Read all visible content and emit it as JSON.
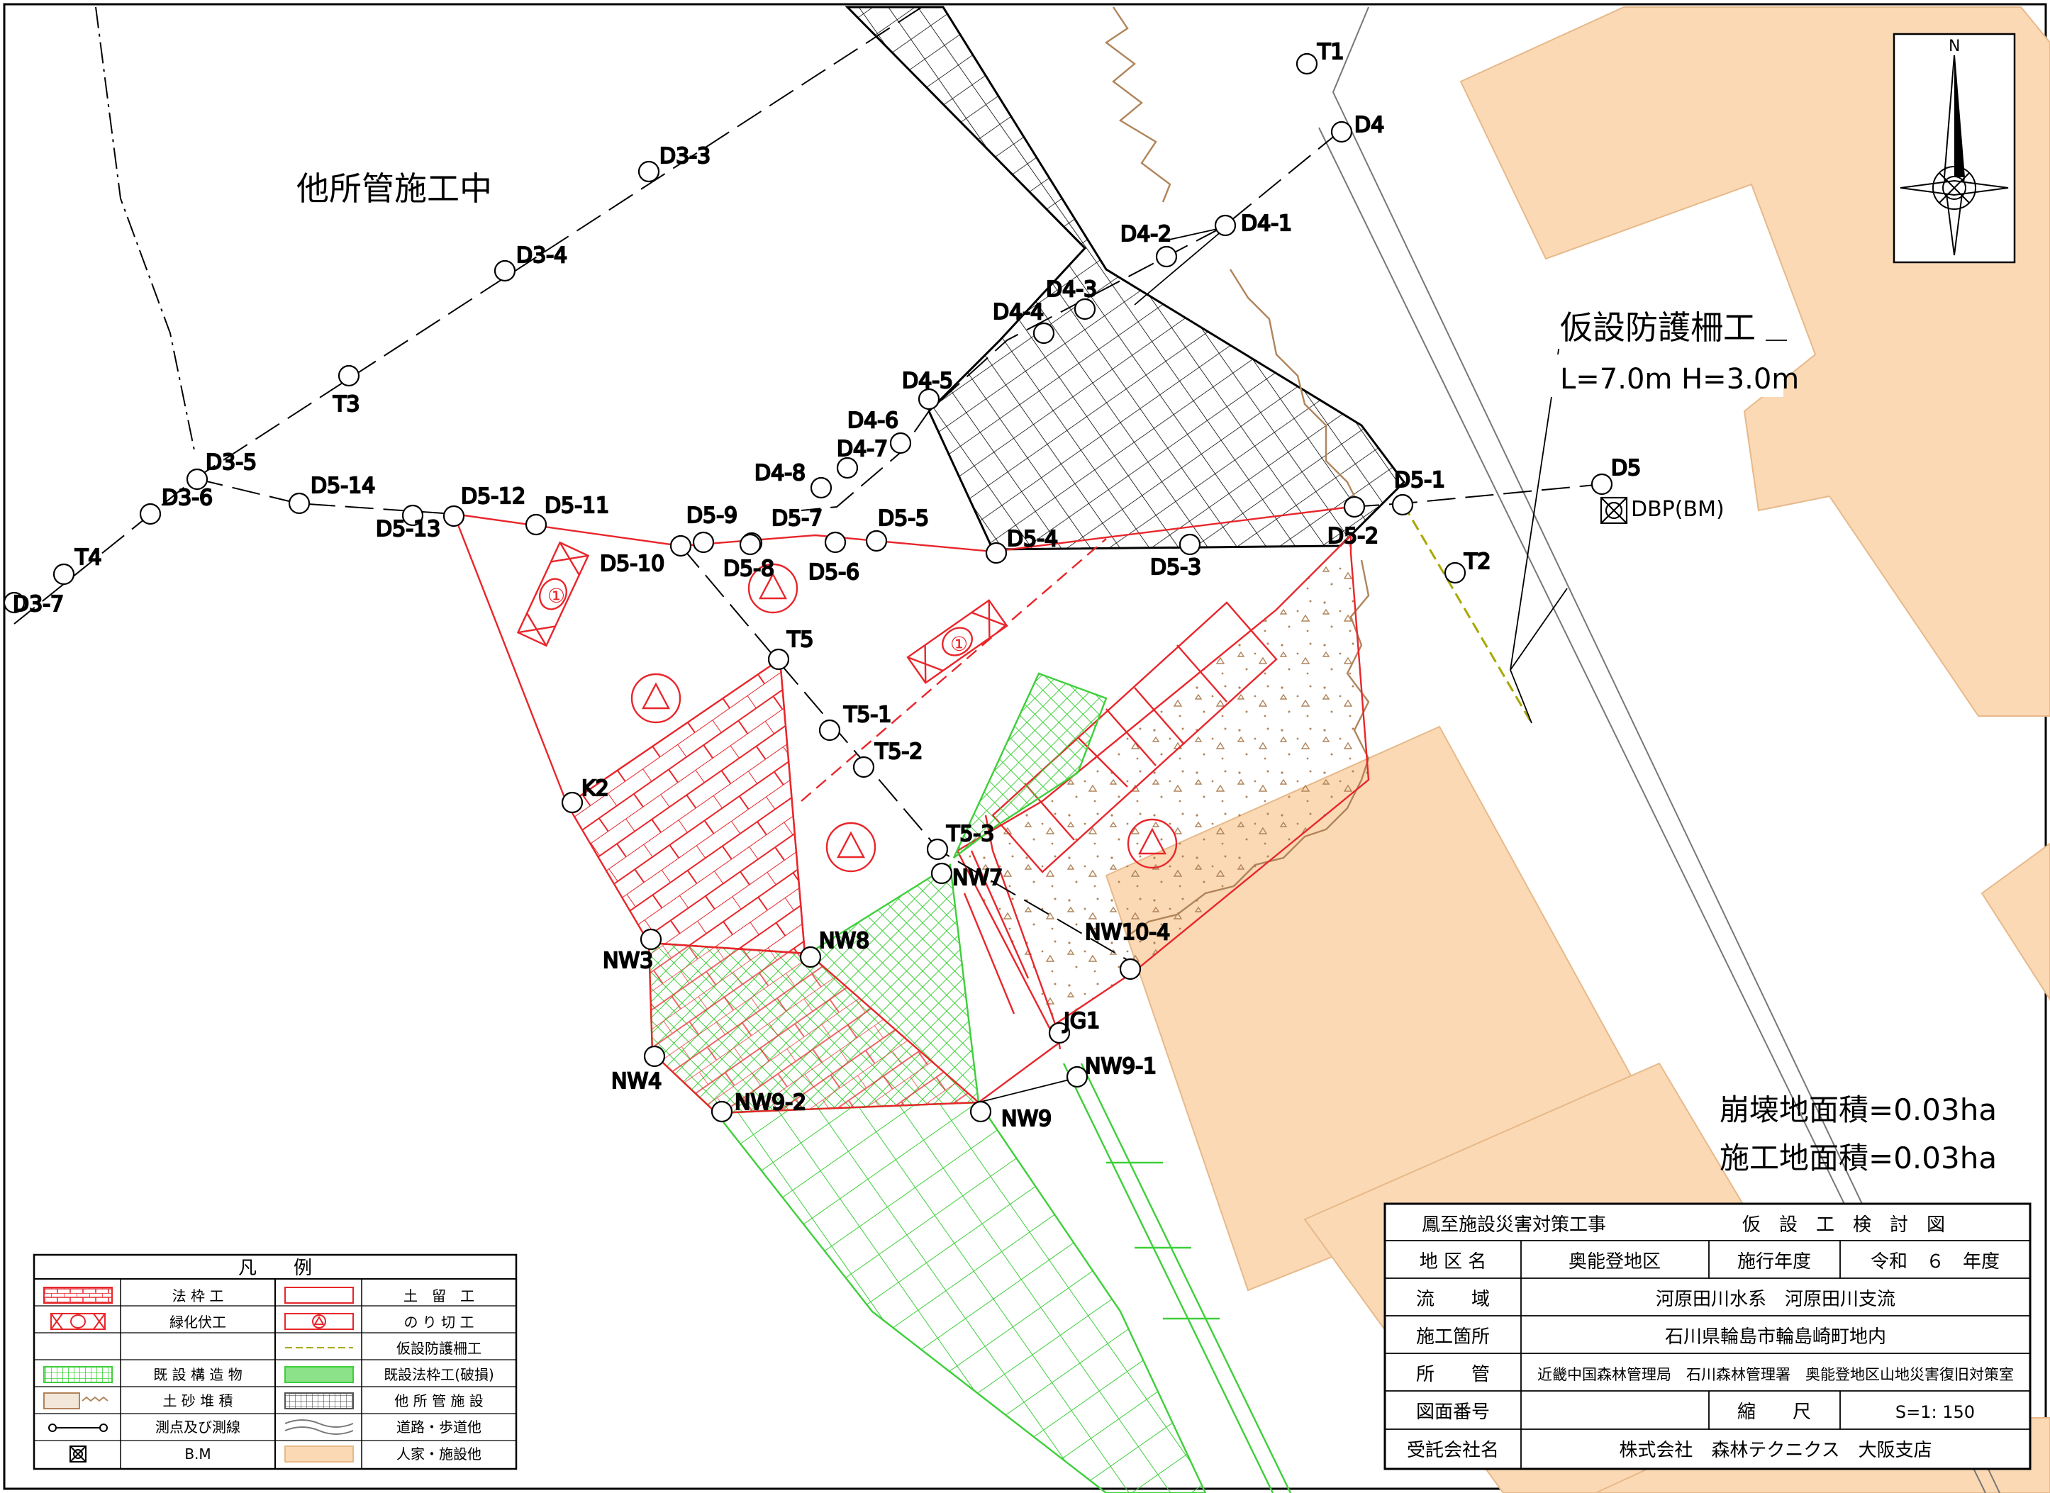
{
  "map": {
    "area_note": "他所管施工中",
    "fence_title": "仮設防護柵工",
    "fence_dims": "L=7.0m H=3.0m",
    "collapse_area": "崩壊地面積=0.03ha",
    "construction_area": "施工地面積=0.03ha",
    "bm_label": "DBP(BM)",
    "north": "N",
    "circle_number": "①",
    "colors": {
      "red_work": "#e8262b",
      "green_existing": "#3ecf3a",
      "houses": "#fbd9b4",
      "sediment_dots": "#b0845a",
      "fence_line": "#a8a800",
      "survey_line": "#000000"
    },
    "survey_points": [
      "T1",
      "D4",
      "D3-3",
      "D3-4",
      "D4-1",
      "D4-2",
      "D4-3",
      "D4-4",
      "T3",
      "D4-5",
      "D4-6",
      "D4-7",
      "D4-8",
      "D3-5",
      "D3-6",
      "D5-14",
      "D5-13",
      "D5-12",
      "D5-11",
      "D5-9",
      "D5-7",
      "D5-5",
      "D5-4",
      "D5-3",
      "D5-1",
      "D5-2",
      "D5",
      "T2",
      "T4",
      "D3-7",
      "D5-10",
      "D5-8",
      "D5-6",
      "T5",
      "T5-1",
      "T5-2",
      "K2",
      "T5-3",
      "NW7",
      "NW10-4",
      "NW8",
      "NW3",
      "JG1",
      "NW9-1",
      "NW4",
      "NW9-2",
      "NW9"
    ]
  },
  "legend": {
    "title": "凡　　例",
    "items": [
      {
        "label": "法 枠 工",
        "icon": "frame-work-icon"
      },
      {
        "label": "土　留　工",
        "icon": "retaining-wall-icon"
      },
      {
        "label": "緑化伏工",
        "icon": "greening-cover-icon"
      },
      {
        "label": "の り 切 工",
        "icon": "slope-cutting-icon"
      },
      {
        "label": "",
        "icon": ""
      },
      {
        "label": "仮設防護柵工",
        "icon": "temporary-fence-icon"
      },
      {
        "label": "既 設 構 造 物",
        "icon": "existing-structure-icon"
      },
      {
        "label": "既設法枠工(破損)",
        "icon": "damaged-frame-icon"
      },
      {
        "label": "土 砂 堆 積",
        "icon": "sediment-icon"
      },
      {
        "label": "他 所 管 施 設",
        "icon": "other-facility-icon"
      },
      {
        "label": "測点及び測線",
        "icon": "survey-line-icon"
      },
      {
        "label": "道路・歩道他",
        "icon": "road-icon"
      },
      {
        "label": "B.M",
        "icon": "benchmark-icon"
      },
      {
        "label": "人家・施設他",
        "icon": "house-icon"
      }
    ]
  },
  "title_block": {
    "project": "鳳至施設災害対策工事",
    "drawing_type": "仮　設　工　検　討　図",
    "district_label": "地 区 名",
    "district": "奥能登地区",
    "year_label": "施行年度",
    "year": "令和　６　年度",
    "basin_label": "流　　域",
    "basin": "河原田川水系　河原田川支流",
    "site_label": "施工箇所",
    "site": "石川県輪島市輪島崎町地内",
    "jurisdiction_label": "所　　管",
    "jurisdiction": "近畿中国森林管理局　石川森林管理署　奥能登地区山地災害復旧対策室",
    "drawing_no_label": "図面番号",
    "drawing_no": "",
    "scale_label": "縮　　尺",
    "scale": "S=1:  150",
    "contractor_label": "受託会社名",
    "contractor": "株式会社　森林テクニクス　大阪支店"
  }
}
